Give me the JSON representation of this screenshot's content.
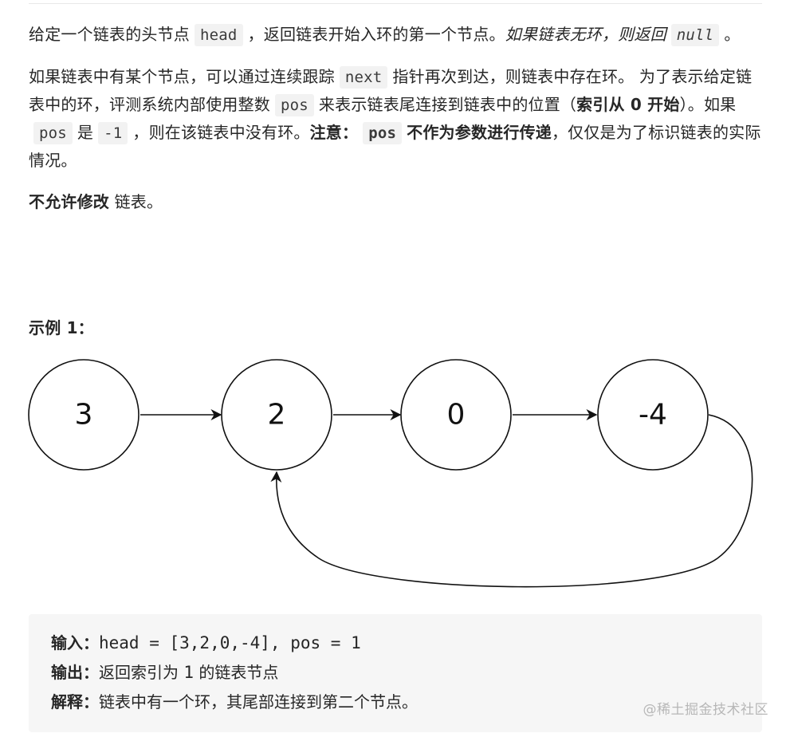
{
  "problem": {
    "p1": {
      "t1": "给定一个链表的头节点",
      "c1": "head",
      "t2": "，返回链表开始入环的第一个节点。",
      "em1": "如果链表无环，则返回",
      "c2": "null",
      "t3": "。"
    },
    "p2": {
      "t1": "如果链表中有某个节点，可以通过连续跟踪",
      "c1": "next",
      "t2": "指针再次到达，则链表中存在环。 为了表示给定链表中的环，评测系统内部使用整数",
      "c2": "pos",
      "t3": "来表示链表尾连接到链表中的位置（",
      "b1": "索引从 0 开始",
      "t4": "）。如果",
      "c3": "pos",
      "t5": "是",
      "c4": "-1",
      "t6": "，则在该链表中没有环。",
      "b2": "注意：",
      "c5": "pos",
      "b3": "不作为参数进行传递",
      "t7": "，仅仅是为了标识链表的实际情况。"
    },
    "p3": {
      "b1": "不允许修改",
      "t1": "链表。"
    }
  },
  "example": {
    "title": "示例 1：",
    "input_label": "输入：",
    "input_value": "head = [3,2,0,-4], pos = 1",
    "output_label": "输出：",
    "output_t1": "返回索引为 ",
    "output_code": "1",
    "output_t2": " 的链表节点",
    "explain_label": "解释：",
    "explain_text": "链表中有一个环，其尾部连接到第二个节点。"
  },
  "diagram": {
    "nodes": [
      "3",
      "2",
      "0",
      "-4"
    ],
    "cycle_from_index": 3,
    "cycle_to_index": 1
  },
  "watermark": "@稀土掘金技术社区"
}
